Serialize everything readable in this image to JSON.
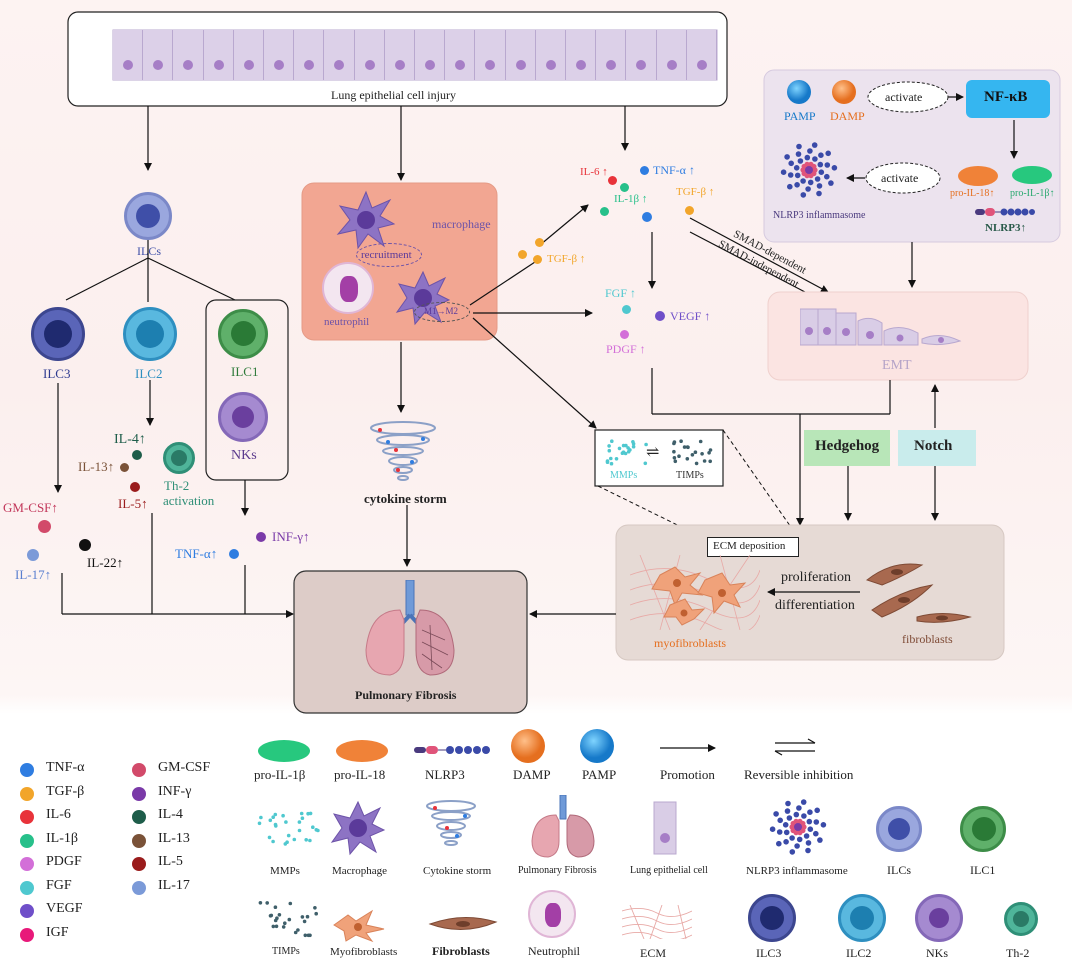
{
  "top": {
    "injury_label": "Lung epithelial cell injury"
  },
  "ilc": {
    "ilcs": "ILCs",
    "ilc3": "ILC3",
    "ilc2": "ILC2",
    "ilc1": "ILC1",
    "nks": "NKs",
    "gmcsf": "GM-CSF↑",
    "il17": "IL-17↑",
    "il22": "IL-22↑",
    "il4": "IL-4↑",
    "il13": "IL-13↑",
    "il5": "IL-5↑",
    "th2": "Th-2",
    "activation": "activation",
    "tnfa": "TNF-α↑",
    "infg": "INF-γ↑"
  },
  "macro": {
    "macrophage": "macrophage",
    "recruitment": "recruitment",
    "neutrophil": "neutrophil",
    "m1m2": "M1→M2",
    "storm": "cytokine storm"
  },
  "cytokines": {
    "il6": "IL-6 ↑",
    "tnfa": "TNF-α ↑",
    "il1b": "IL-1β ↑",
    "tgfb_right": "TGF-β ↑",
    "tgfb_left": "TGF-β ↑",
    "fgf": "FGF ↑",
    "vegf": "VEGF ↑",
    "pdgf": "PDGF ↑",
    "smad_dep": "SMAD-dependent",
    "smad_indep": "SMAD-independent"
  },
  "nlrp3_box": {
    "pamp": "PAMP",
    "damp": "DAMP",
    "activate1": "activate",
    "nfkb": "NF-κB",
    "activate2": "activate",
    "pro_il18": "pro-IL-18↑",
    "pro_il1b": "pro-IL-1β↑",
    "inflammasome": "NLRP3 inflammasome",
    "nlrp3": "NLRP3↑"
  },
  "right": {
    "emt": "EMT",
    "hedgehog": "Hedgehog",
    "notch": "Notch",
    "mmps": "MMPs",
    "timps": "TIMPs",
    "ecm_deposition": "ECM deposition",
    "proliferation": "proliferation",
    "differentiation": "differentiation",
    "myofibroblasts": "myofibroblasts",
    "fibroblasts": "fibroblasts"
  },
  "center": {
    "pulmonary_fibrosis": "Pulmonary Fibrosis"
  },
  "legend": {
    "col1": [
      {
        "label": "TNF-α",
        "color": "#2f7de1"
      },
      {
        "label": "TGF-β",
        "color": "#f2a52a"
      },
      {
        "label": "IL-6",
        "color": "#e8333a"
      },
      {
        "label": "IL-1β",
        "color": "#27c08a"
      },
      {
        "label": "PDGF",
        "color": "#d36fd8"
      },
      {
        "label": "FGF",
        "color": "#4fc8cf"
      },
      {
        "label": "VEGF",
        "color": "#6f4fc9"
      },
      {
        "label": "IGF",
        "color": "#e8197a"
      }
    ],
    "col2": [
      {
        "label": "GM-CSF",
        "color": "#d24a6a"
      },
      {
        "label": "INF-γ",
        "color": "#7a3aa8"
      },
      {
        "label": "IL-4",
        "color": "#1e5d4a"
      },
      {
        "label": "IL-13",
        "color": "#7a5238"
      },
      {
        "label": "IL-5",
        "color": "#9a1c1c"
      },
      {
        "label": "IL-17",
        "color": "#7b9ad8"
      }
    ],
    "row1": [
      "pro-IL-1β",
      "pro-IL-18",
      "NLRP3",
      "DAMP",
      "PAMP",
      "Promotion",
      "Reversible inhibition"
    ],
    "row2": [
      "MMPs",
      "Macrophage",
      "Cytokine storm",
      "Pulmonary Fibrosis",
      "Lung epithelial cell",
      "NLRP3 inflammasome",
      "ILCs",
      "ILC1"
    ],
    "row3": [
      "TIMPs",
      "Myofibroblasts",
      "Fibroblasts",
      "Neutrophil",
      "ECM",
      "ILC3",
      "ILC2",
      "NKs",
      "Th-2"
    ]
  }
}
